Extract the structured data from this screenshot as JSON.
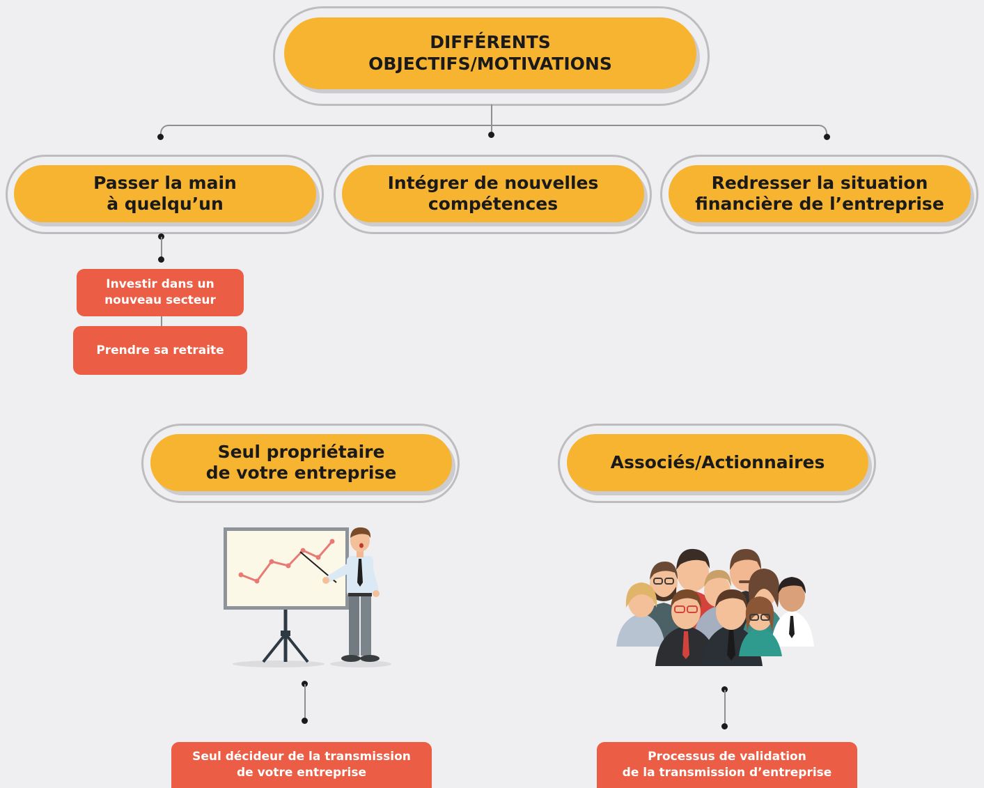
{
  "colors": {
    "background": "#efeff1",
    "pill": "#f7b431",
    "tag": "#eb5d45",
    "ring": "#bdbdbf",
    "text": "#1a1a1a"
  },
  "root": {
    "title": "DIFFÉRENTS\nOBJECTIFS/MOTIVATIONS"
  },
  "objectives": [
    {
      "label": "Passer la main\nà quelqu’un"
    },
    {
      "label": "Intégrer de nouvelles\ncompétences"
    },
    {
      "label": "Redresser la situation\nfinancière de l’entreprise"
    }
  ],
  "sub_reasons": [
    {
      "label": "Investir dans un\nnouveau secteur"
    },
    {
      "label": "Prendre sa retraite"
    }
  ],
  "ownership": [
    {
      "title": "Seul propriétaire\nde votre entreprise",
      "icon": "presenter-chart-icon",
      "outcome": "Seul décideur de la transmission\nde votre entreprise"
    },
    {
      "title": "Associés/Actionnaires",
      "icon": "business-group-icon",
      "outcome": "Processus de validation\nde la transmission d’entreprise"
    }
  ]
}
